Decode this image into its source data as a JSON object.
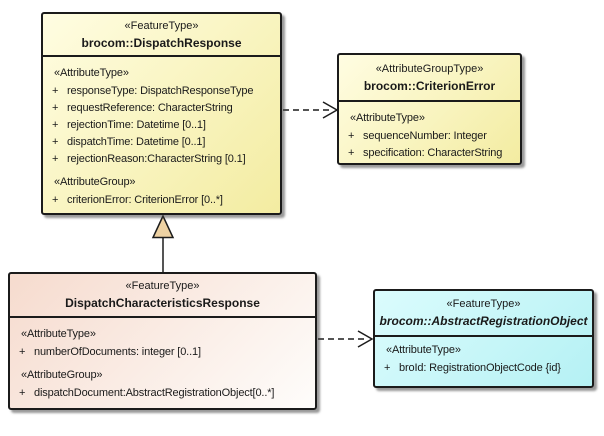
{
  "colors": {
    "line": "#1c1c1c",
    "text": "#1a1a1a",
    "background": "#ffffff"
  },
  "fills": {
    "yellow": {
      "from": "#fffde2",
      "to": "#f3eca1"
    },
    "pink": {
      "from": "#f6dbce",
      "to": "#fefdfb"
    },
    "cyan": {
      "from": "#dbfcfd",
      "to": "#b5f1f4"
    },
    "generalization_triangle": "#eed2a3"
  },
  "classes": [
    {
      "stereotype": "«FeatureType»",
      "name": "brocom::DispatchResponse",
      "compartments": [
        {
          "heading": "«AttributeType»",
          "items": [
            {
              "vis": "+",
              "text": "responseType: DispatchResponseType"
            },
            {
              "vis": "+",
              "text": "requestReference: CharacterString"
            },
            {
              "vis": "+",
              "text": "rejectionTime: Datetime [0..1]"
            },
            {
              "vis": "+",
              "text": "dispatchTime: Datetime [0..1]"
            },
            {
              "vis": "+",
              "text": "rejectionReason:CharacterString [0.1]"
            }
          ]
        },
        {
          "heading": "«AttributeGroup»",
          "items": [
            {
              "vis": "+",
              "text": "criterionError: CriterionError [0..*]"
            }
          ]
        }
      ]
    },
    {
      "stereotype": "«AttributeGroupType»",
      "name": "brocom::CriterionError",
      "compartments": [
        {
          "heading": "«AttributeType»",
          "items": [
            {
              "vis": "+",
              "text": "sequenceNumber: Integer"
            },
            {
              "vis": "+",
              "text": "specification: CharacterString"
            }
          ]
        }
      ]
    },
    {
      "stereotype": "«FeatureType»",
      "name": "DispatchCharacteristicsResponse",
      "compartments": [
        {
          "heading": "«AttributeType»",
          "items": [
            {
              "vis": "+",
              "text": "numberOfDocuments: integer [0..1]"
            }
          ]
        },
        {
          "heading": "«AttributeGroup»",
          "items": [
            {
              "vis": "+",
              "text": "dispatchDocument:AbstractRegistrationObject[0..*]"
            }
          ]
        }
      ]
    },
    {
      "stereotype": "«FeatureType»",
      "name": "brocom::AbstractRegistrationObject",
      "abstract": true,
      "compartments": [
        {
          "heading": "«AttributeType»",
          "items": [
            {
              "vis": "+",
              "text": "broId: RegistrationObjectCode {id}"
            }
          ]
        }
      ]
    }
  ],
  "connectors": [
    {
      "type": "dependency",
      "from": "brocom::DispatchResponse",
      "to": "brocom::CriterionError",
      "style": "dashed, open arrowhead"
    },
    {
      "type": "generalization",
      "from": "DispatchCharacteristicsResponse",
      "to": "brocom::DispatchResponse",
      "style": "solid line, hollow triangle"
    },
    {
      "type": "dependency",
      "from": "DispatchCharacteristicsResponse",
      "to": "brocom::AbstractRegistrationObject",
      "style": "dashed, open arrowhead"
    }
  ]
}
